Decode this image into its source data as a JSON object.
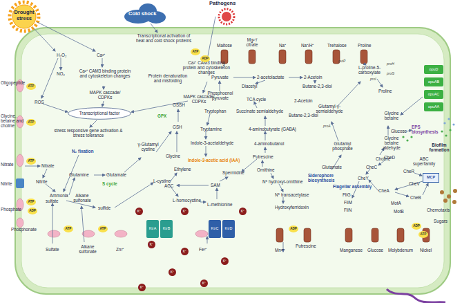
{
  "diagram": {
    "nodes": [
      {
        "text": [
          "Transcriptional factor"
        ]
      },
      {
        "text": [
          "KtrA"
        ]
      },
      {
        "text": [
          "KtrB"
        ]
      },
      {
        "text": [
          "KtrC"
        ]
      },
      {
        "text": [
          "KtrD"
        ]
      },
      {
        "text": [
          "opuD"
        ]
      },
      {
        "text": [
          "opuAB"
        ]
      },
      {
        "text": [
          "opuAC"
        ]
      },
      {
        "text": [
          "opuAA"
        ]
      },
      {
        "text": [
          "MCP"
        ]
      }
    ],
    "labels": [
      "Drought stress",
      "Cold shock",
      "Pathogens",
      "H₂O₂",
      "NO₂",
      "Ca²⁺",
      "Ca²⁺ CAM3 binding protein and cytoskeleton changes",
      "MAPK cascade/ CDPKs",
      "ROS",
      "Transcriptional activation of heat and cold shock proteins",
      "Protein denaturation and misfolding",
      "Ca²⁺ CAM3 binding protein and cytoskeleton changes",
      "MAPK cascade/ CDPKs",
      "stress responsive gene activation & stress tolerance",
      "N₂ fixation",
      "Oligopeptide",
      "Glycine, betaine and choline",
      "Nitrate",
      "Nitrate",
      "Nitrite",
      "Nitrite",
      "Ammonia",
      "Phosphate",
      "Phosphonate",
      "Glutamine",
      "Glutamate",
      "S cycle",
      "sulfate",
      "Alkane sulfonate",
      "sulfide",
      "Sulfate",
      "Alkane sulfonate",
      "Zn²⁺",
      "γ-Glutamyl cystine",
      "Glycine",
      "GSSH",
      "GSH",
      "GPX",
      "L-cystine",
      "Ethylene",
      "ACC",
      "L-homocystine",
      "SAM",
      "L-methionine",
      "Spermidine",
      "Maltose",
      "Mg²⁺/ citrate",
      "Na⁺",
      "Na⁺/H⁺",
      "Trehalose",
      "Proline",
      "Pyruvate",
      "2-acetolactate",
      "2-Acetoin",
      "Diacetyl",
      "Butane-2,3-diol",
      "Phosphoenol pyruvate",
      "TCA cycle",
      "2-Acetoin",
      "Tryptophan",
      "Succinate semialdehyde",
      "Butane-2,3-diol",
      "Tryptamine",
      "4-aminobutyrate (GABA)",
      "Indole-3-acetaldehyde",
      "4-aminobutanol",
      "Indole-3-acetic acid (IAA)",
      "Putrescine",
      "Ornithine",
      "N⁵ hydroxyl-ornithine",
      "Siderophore biosynthesis",
      "N⁵ transacetylase",
      "Hydroxyferridoxin",
      "Fe³⁺",
      "Mn²⁺",
      "Putrescine",
      "Manganese",
      "Glucose",
      "Molybdenum",
      "Nickel",
      "Sugars",
      "Glutamyl-γ-semialdehyde",
      "L-proline-5-carboxylate",
      "Glutamyl phosphate",
      "Glutamate",
      "Proline",
      "Glycine betaine",
      "Glycine betaine aldehyde",
      "Choline",
      "putP",
      "proA",
      "proI",
      "proH",
      "proG",
      "Glucose",
      "EPS biosynthesis",
      "Biofilm formation",
      "ABC superfamily",
      "CheD",
      "CheC",
      "CheR",
      "CheY",
      "CheA",
      "CheV",
      "CheB",
      "MotA",
      "MotB",
      "FliG",
      "FliM",
      "FliN",
      "Flagellar assembly",
      "Chemotaxis",
      "ATP",
      "ATP",
      "ATP",
      "ATP",
      "ADP",
      "ATP",
      "ATP",
      "ATP",
      "ADP",
      "ADP",
      "ADP",
      "ATP",
      "K⁺",
      "K⁺",
      "K⁺",
      "K⁺",
      "K⁺",
      "K⁺",
      "K⁺",
      "K⁺",
      "K⁺"
    ]
  }
}
